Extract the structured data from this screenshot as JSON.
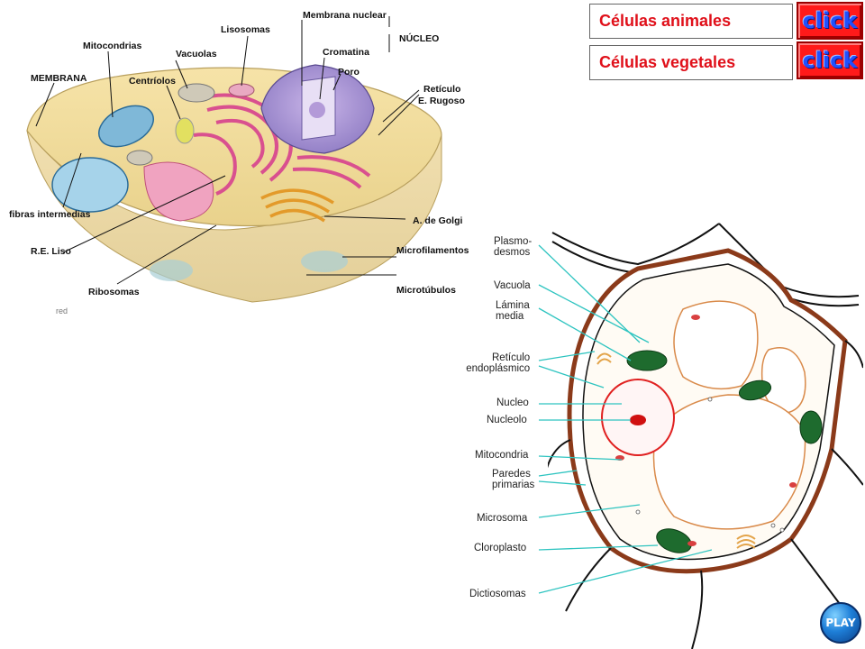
{
  "links": {
    "animal_label": "Células animales",
    "plant_label": "Células vegetales",
    "click_label": "click"
  },
  "play_label": "PLAY",
  "animal_cell": {
    "labels": {
      "membrana_nuclear": "Membrana nuclear",
      "nucleo": "NÚCLEO",
      "lisosomas": "Lisosomas",
      "cromatina": "Cromatina",
      "poro": "Poro",
      "mitocondrias": "Mitocondrias",
      "vacuolas": "Vacuolas",
      "membrana": "MEMBRANA",
      "centriolos": "Centríolos",
      "reticulo_rugoso_1": "Retículo",
      "reticulo_rugoso_2": "E. Rugoso",
      "fibras": "fibras intermedias",
      "golgi": "A. de Golgi",
      "re_liso": "R.E. Liso",
      "microfilamentos": "Microfilamentos",
      "ribosomas": "Ribosomas",
      "microtubulos": "Microtúbulos"
    }
  },
  "plant_cell": {
    "labels": {
      "plasmodesmos_1": "Plasmo-",
      "plasmodesmos_2": "desmos",
      "vacuola": "Vacuola",
      "lamina_1": "Lámina",
      "lamina_2": "media",
      "reticulo_1": "Retículo",
      "reticulo_2": "endoplásmico",
      "nucleo": "Nucleo",
      "nucleolo": "Nucleolo",
      "mitocondria": "Mitocondria",
      "paredes_1": "Paredes",
      "paredes_2": "primarias",
      "microsoma": "Microsoma",
      "cloroplasto": "Cloroplasto",
      "dictiosomas": "Dictiosomas"
    }
  },
  "colors": {
    "link_text": "#e0101a",
    "click_bg": "#ff1a1a",
    "click_text": "#2050ff",
    "pointer_line": "#2ec4c0",
    "cell_wall": "#8b3a1a"
  }
}
